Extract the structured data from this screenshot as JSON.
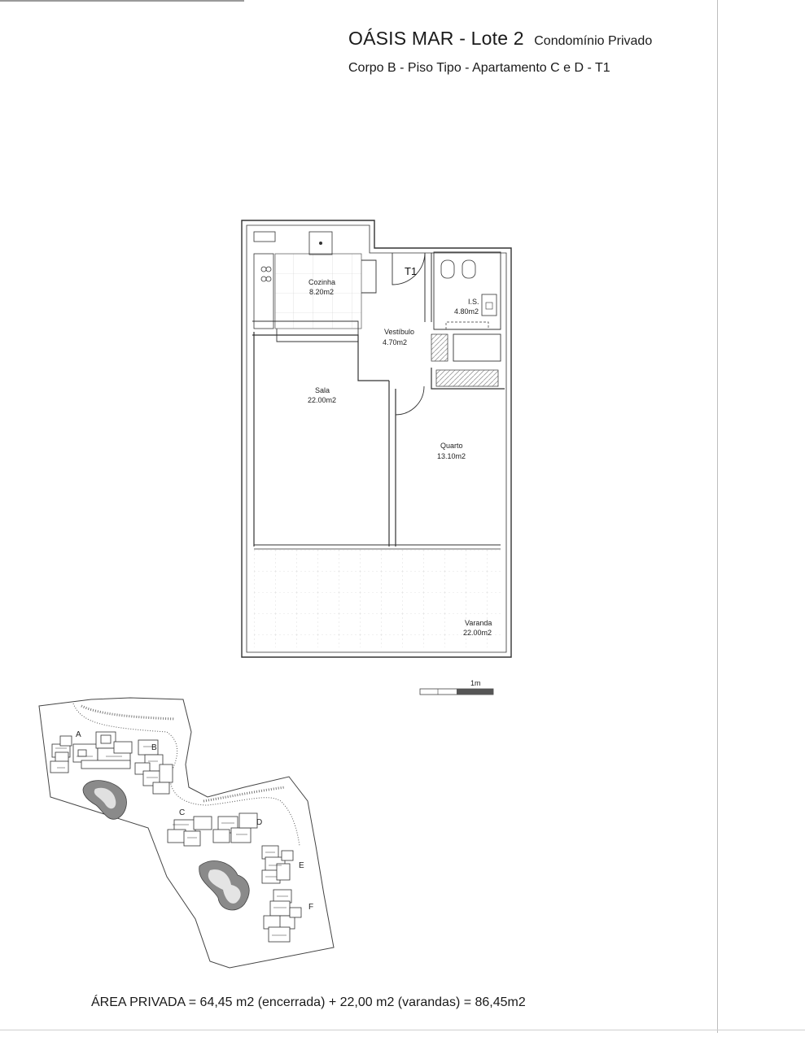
{
  "header": {
    "title": "OÁSIS MAR - Lote 2",
    "title_suffix": "Condomínio Privado",
    "subtitle": "Corpo B - Piso Tipo - Apartamento C e D - T1"
  },
  "plan": {
    "rooms": [
      {
        "name": "Cozinha",
        "area": "8.20m2"
      },
      {
        "name": "I.S.",
        "area": "4.80m2"
      },
      {
        "name": "Vestíbulo",
        "area": "4.70m2"
      },
      {
        "name": "Sala",
        "area": "22.00m2"
      },
      {
        "name": "Quarto",
        "area": "13.10m2"
      },
      {
        "name": "Varanda",
        "area": "22.00m2"
      }
    ],
    "typology_tag": "T1",
    "scale_label": "1m"
  },
  "site_plan": {
    "building_labels": [
      "A",
      "B",
      "C",
      "D",
      "E",
      "F"
    ]
  },
  "footer": {
    "area_summary": "ÁREA PRIVADA = 64,45 m2 (encerrada) + 22,00 m2 (varandas) = 86,45m2"
  },
  "colors": {
    "ink": "#1a1a1a",
    "wall": "#444444",
    "grid": "#c8c8c8",
    "pond": "#888888"
  }
}
